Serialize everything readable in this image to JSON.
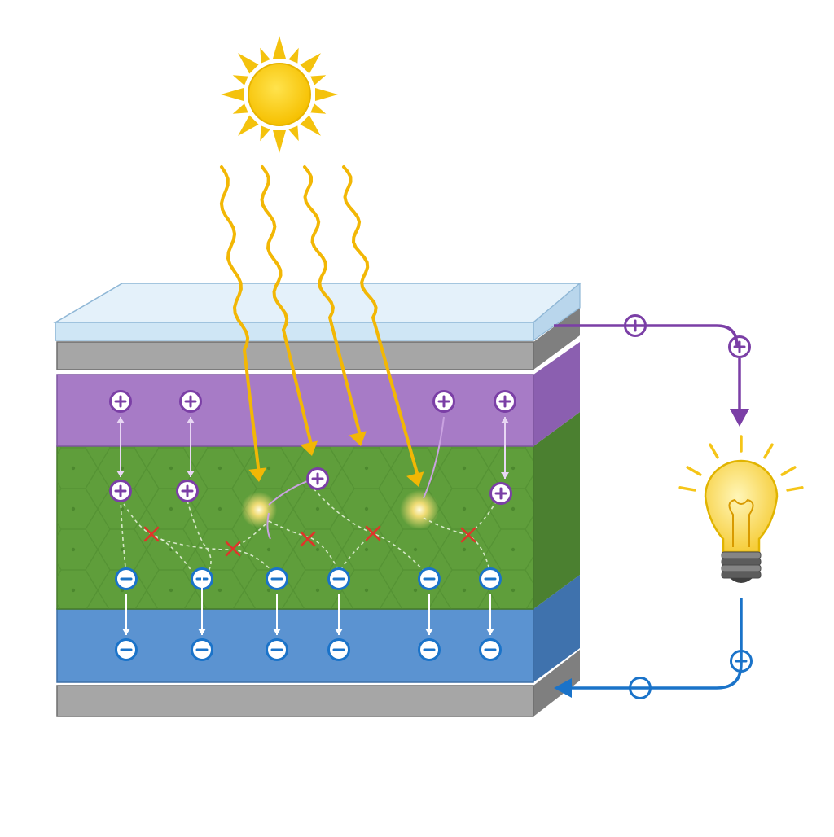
{
  "diagram": {
    "colors": {
      "sun": "#f7c60a",
      "sun_ray": "#f4c20d",
      "light_arrow": "#f2b705",
      "glass": "#cfe6f5",
      "electrode": "#9e9e9e",
      "hole_layer": "#a77bc6",
      "active_layer": "#5f9e3b",
      "electron_layer": "#5b93d1",
      "hole": "#7b3fa6",
      "electron": "#1a73c9",
      "recombination": "#e0342a",
      "bulb": "#f9d44a",
      "bulb_base": "#6f6f6f"
    },
    "layers": [
      {
        "name": "glass-layer",
        "color_key": "glass"
      },
      {
        "name": "top-electrode",
        "color_key": "electrode"
      },
      {
        "name": "hole-transport-layer",
        "color_key": "hole_layer"
      },
      {
        "name": "active-layer",
        "color_key": "active_layer"
      },
      {
        "name": "electron-transport-layer",
        "color_key": "electron_layer"
      },
      {
        "name": "bottom-electrode",
        "color_key": "electrode"
      }
    ],
    "charges": {
      "hole_symbol": "+",
      "electron_symbol": "−"
    },
    "icons": [
      "sun-icon",
      "light-bulb-icon"
    ]
  }
}
